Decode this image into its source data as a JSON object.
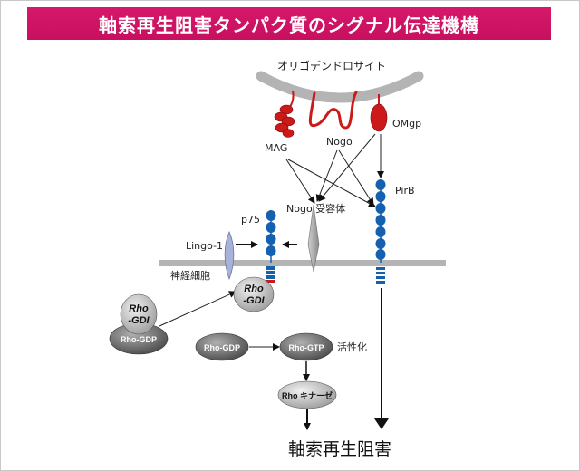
{
  "title": "軸索再生阻害タンパク質のシグナル伝達機構",
  "labels": {
    "oligodendrocyte": "オリゴデンドロサイト",
    "mag": "MAG",
    "nogo": "Nogo",
    "omgp": "OMgp",
    "pirb": "PirB",
    "p75": "p75",
    "nogo_receptor": "Nogo 受容体",
    "lingo1": "Lingo-1",
    "neuron": "神経細胞",
    "activation": "活性化",
    "outcome": "軸索再生阻害"
  },
  "nodes": {
    "rho_gdi_free": {
      "line1": "Rho",
      "line2": "-GDI"
    },
    "rho_gdp_bound": "Rho-GDP",
    "rho_gdi_bound": {
      "line1": "Rho",
      "line2": "-GDI"
    },
    "rho_gdp": "Rho-GDP",
    "rho_gtp": "Rho-GTP",
    "rho_kinase": "Rho キナーゼ"
  },
  "colors": {
    "banner": "#d01565",
    "ligand_red": "#cc1a1a",
    "receptor_blue": "#1660b0",
    "membrane_gray": "#b4b4b4",
    "lingo_lavender": "#a8b2d8"
  }
}
